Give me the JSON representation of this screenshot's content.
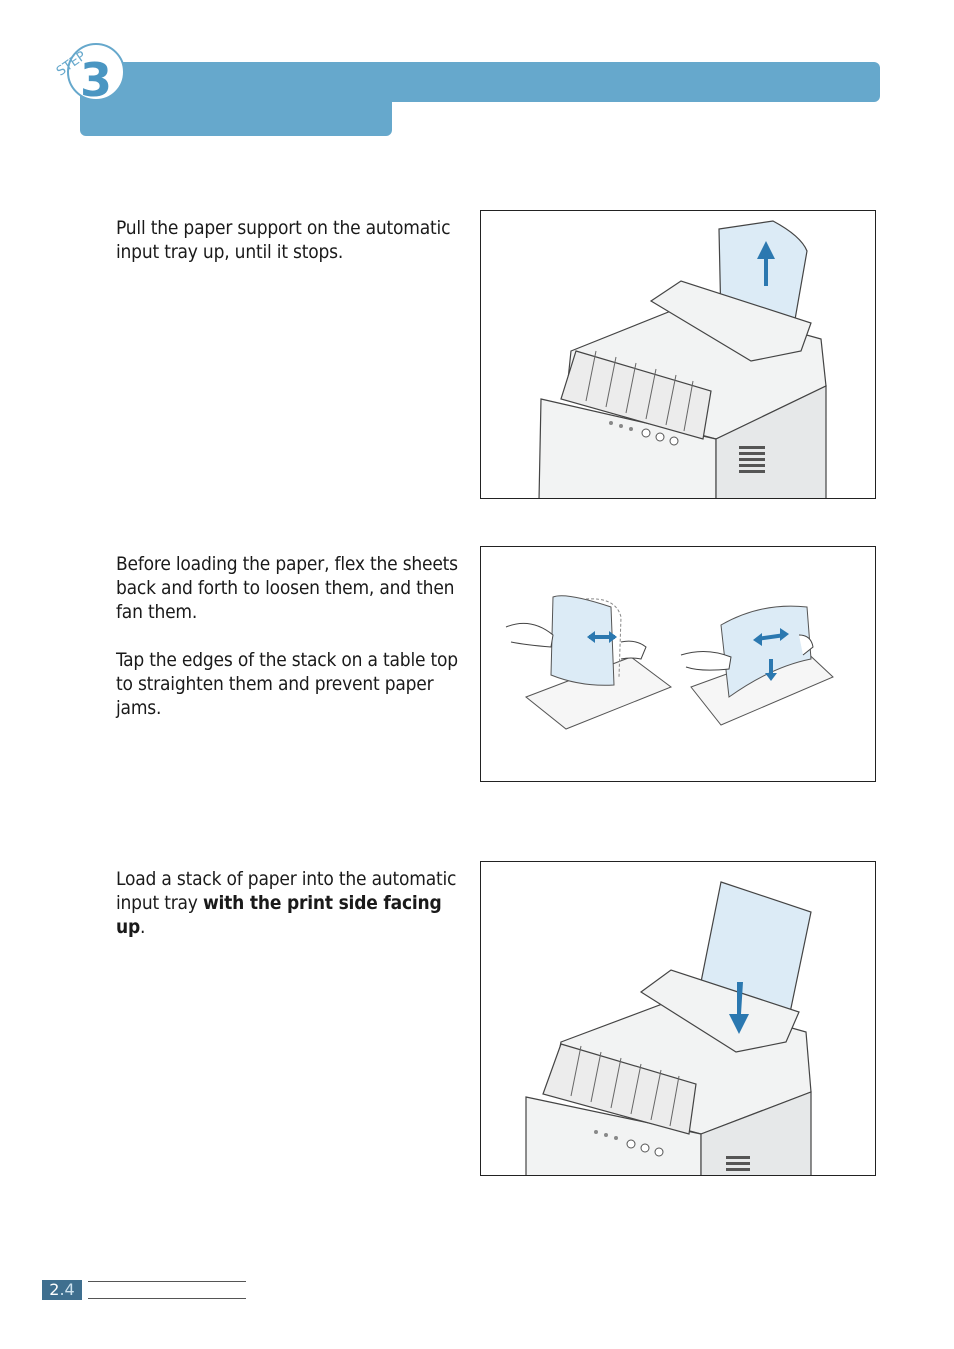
{
  "header": {
    "step_word": "STEP",
    "step_number": "3",
    "accent_color": "#66a8cc"
  },
  "steps": [
    {
      "paragraphs": [
        "Pull the paper support on the automatic input tray up, until it stops."
      ],
      "figure_icon": "printer-paper-support-up"
    },
    {
      "paragraphs": [
        "Before loading the paper, flex the sheets back and forth to loosen them, and then fan them.",
        "Tap the edges of the stack on a table top to straighten them and prevent paper jams."
      ],
      "figure_icon": "flex-and-fan-paper"
    },
    {
      "text_before_bold": "Load a stack of paper into the automatic input tray ",
      "text_bold": "with the print side facing up",
      "text_after_bold": ".",
      "figure_icon": "printer-load-paper"
    }
  ],
  "footer": {
    "page_major": "2",
    "page_minor": ".4"
  }
}
